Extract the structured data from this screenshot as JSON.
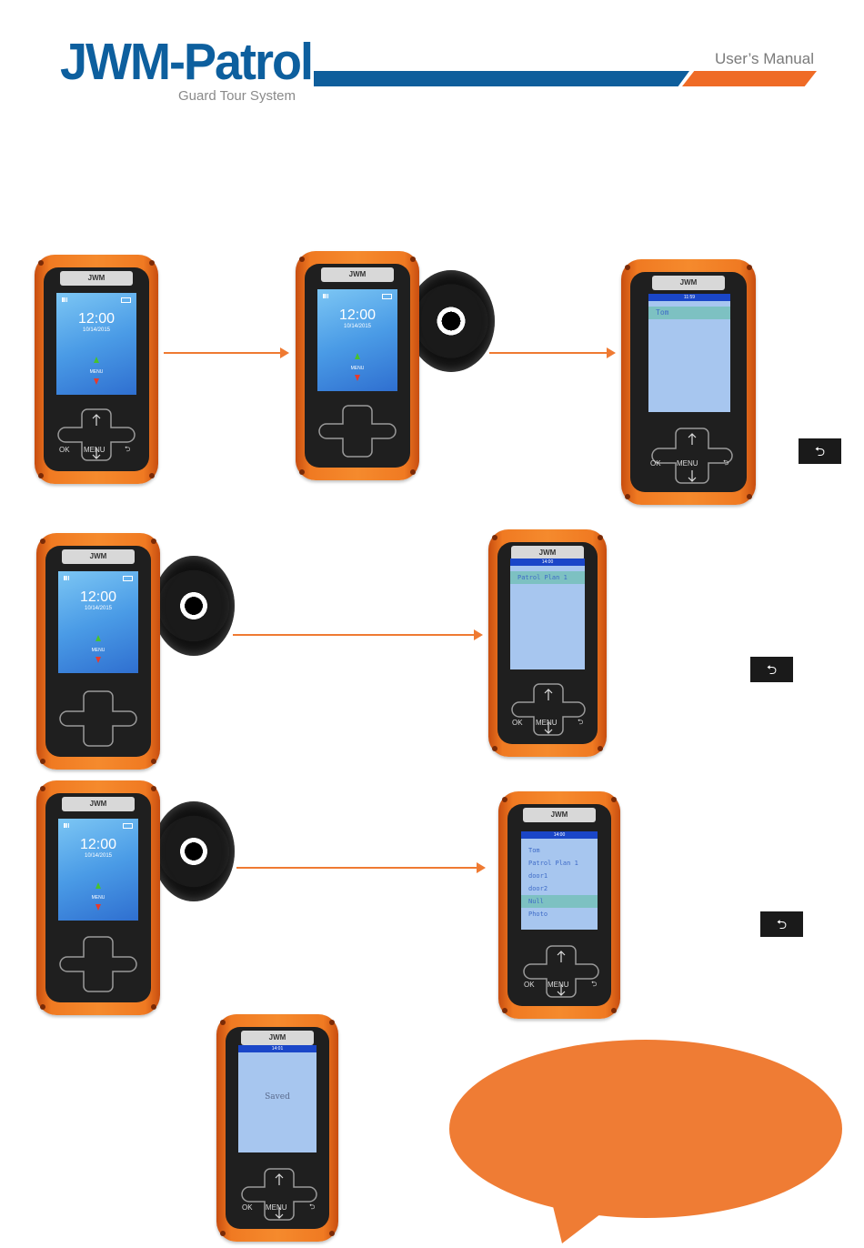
{
  "header": {
    "brand": "JWM-Patrol",
    "subtitle": "Guard Tour System",
    "manual_label": "User’s Manual"
  },
  "colors": {
    "brand_blue": "#0e5e9c",
    "brand_orange": "#ef6b26",
    "device_orange": "#f58a2d",
    "arrow_orange": "#ef7a32"
  },
  "device_logo": "JWM",
  "home_screen": {
    "time": "12:00",
    "date": "10/14/2015",
    "menu": "MENU"
  },
  "keys": {
    "ok": "OK",
    "menu": "MENU",
    "up_icon": "arrow-up-icon",
    "down_icon": "arrow-down-icon",
    "back_icon": "return-icon"
  },
  "screens": {
    "user_screen": {
      "time": "11:59",
      "rows": [
        "Tom"
      ]
    },
    "plan_screen": {
      "time": "14:00",
      "rows": [
        "Patrol Plan 1"
      ]
    },
    "summary_screen": {
      "time": "14:00",
      "rows": [
        "Tom",
        "Patrol Plan 1",
        "door1",
        "door2",
        "Null",
        "Photo"
      ]
    },
    "saved_screen": {
      "time": "14:01",
      "message": "Saved"
    }
  },
  "back_button_glyph": "⮌"
}
